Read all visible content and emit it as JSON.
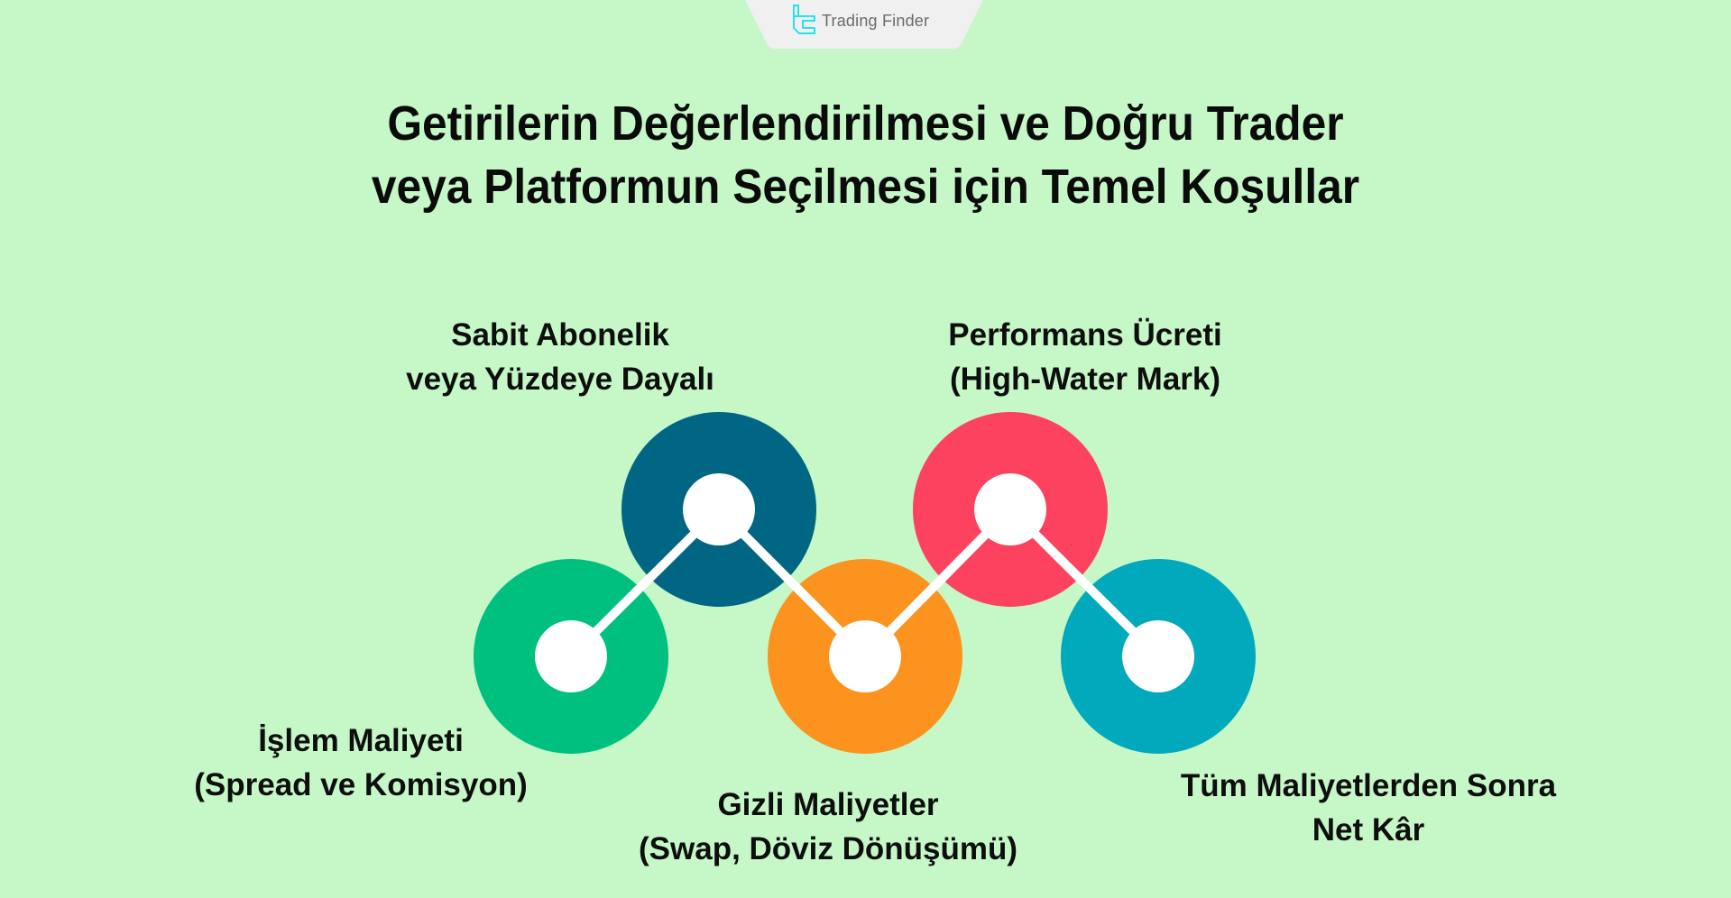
{
  "brand": {
    "name": "Trading Finder",
    "icon": "trading-finder-logo-icon",
    "icon_color": "#22e3f0",
    "tab_color": "#f0f0f0"
  },
  "title": {
    "line1": "Getirilerin Değerlendirilmesi ve Doğru Trader",
    "line2": "veya Platformun Seçilmesi için Temel Koşullar"
  },
  "nodes": [
    {
      "id": "islem-maliyeti",
      "color": "#00c080",
      "line1": "İşlem Maliyeti",
      "line2": "(Spread ve Komisyon)"
    },
    {
      "id": "sabit-abonelik",
      "color": "#006684",
      "line1": "Sabit Abonelik",
      "line2": "veya Yüzdeye Dayalı"
    },
    {
      "id": "gizli-maliyetler",
      "color": "#fb931e",
      "line1": "Gizli Maliyetler",
      "line2": "(Swap, Döviz Dönüşümü)"
    },
    {
      "id": "performans-ucreti",
      "color": "#fd4260",
      "line1": "Performans Ücreti",
      "line2": "(High-Water Mark)"
    },
    {
      "id": "net-kar",
      "color": "#01a9bc",
      "line1": "Tüm Maliyetlerden Sonra",
      "line2": "Net Kâr"
    }
  ],
  "background_color": "#c5f7c7"
}
